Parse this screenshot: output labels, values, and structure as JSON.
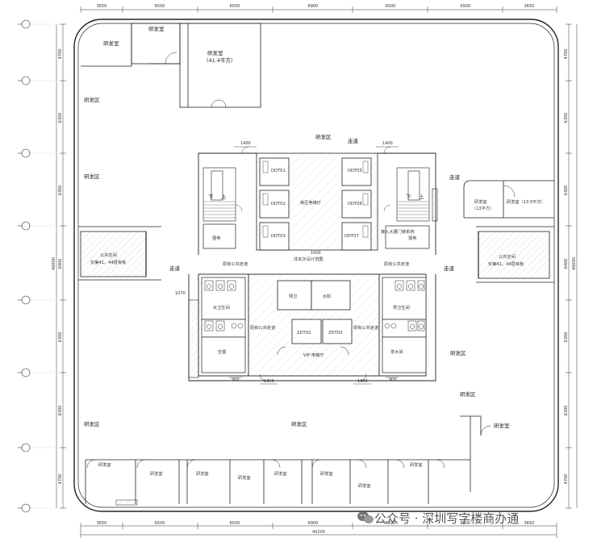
{
  "dims_top": [
    "3650",
    "6500",
    "6500",
    "6900",
    "6500",
    "6500",
    "3650"
  ],
  "dims_bottom": [
    "3650",
    "6500",
    "6500",
    "6900",
    "6500",
    "6500",
    "3650"
  ],
  "dims_left": [
    "4700",
    "6300",
    "6300",
    "6400",
    "6300",
    "6300",
    "4700"
  ],
  "dims_right": [
    "4700",
    "6300",
    "6300",
    "6400",
    "6300",
    "6300",
    "4700"
  ],
  "dim_total_bottom": "40200",
  "dim_total_left": "40000",
  "dim_total_right": "40000",
  "rooms": {
    "rd_room": "研发室",
    "rd_room_41": "研发室",
    "rd_room_41_area": "（41.4平方）",
    "rd_zone": "研发区",
    "corridor": "走道",
    "high_elevator_hall": "高区电梯厅",
    "ddt01": "DDT01",
    "ddt02": "DDT02",
    "ddt03": "DDT03",
    "ddt05": "DDT05",
    "ddt06": "DDT06",
    "ddt07": "DDT07",
    "strong_power": "强电",
    "weak_power": "弱电",
    "access_control": "接入大厦门禁系统",
    "scope_note": "非本次设计范围",
    "public_corridor": "原有公共走道",
    "public_space": "公共空间",
    "public_space_note": "仅第41、44层有板",
    "womens_wc": "女卫生间",
    "mens_wc": "男卫生间",
    "accessible_wc": "残卫",
    "water_tank": "水缸",
    "zdt02": "ZDT02",
    "zdt03": "ZDT03",
    "vip_elevator_hall": "VIP 电梯厅",
    "empty_room": "空置",
    "tea_room": "茶水间",
    "rd_room_13": "研发室",
    "rd_room_13_area": "（13平方）",
    "rd_room_135": "研发室（13.5平方）",
    "up": "上",
    "down": "下"
  },
  "door_dims": {
    "d1400": "1400",
    "d900": "900",
    "d1000": "1000",
    "d1070": "1070",
    "d1450": "1450"
  },
  "watermark": "公众号 · 深圳写字楼商办通"
}
